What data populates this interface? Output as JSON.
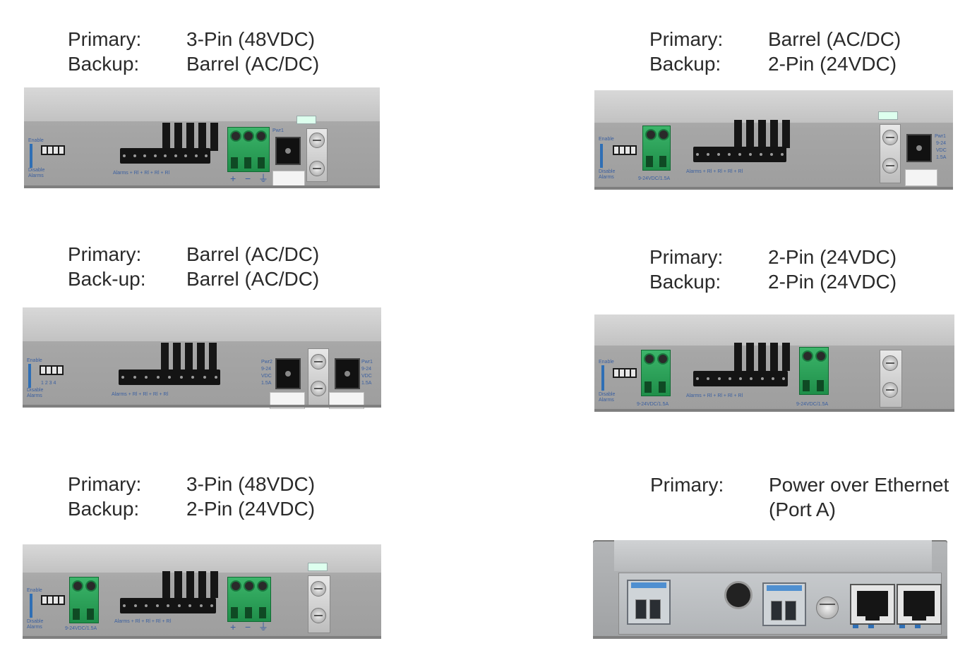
{
  "captions": [
    {
      "primary_label": "Primary:",
      "primary_value": "3-Pin (48VDC)",
      "backup_label": "Backup:",
      "backup_value": "Barrel (AC/DC)"
    },
    {
      "primary_label": "Primary:",
      "primary_value": "Barrel (AC/DC)",
      "backup_label": "Backup:",
      "backup_value": "2-Pin (24VDC)"
    },
    {
      "primary_label": "Primary:",
      "primary_value": "Barrel (AC/DC)",
      "backup_label": "Back-up:",
      "backup_value": "Barrel (AC/DC)"
    },
    {
      "primary_label": "Primary:",
      "primary_value": "2-Pin (24VDC)",
      "backup_label": "Backup:",
      "backup_value": "2-Pin (24VDC)"
    },
    {
      "primary_label": "Primary:",
      "primary_value": "3-Pin (48VDC)",
      "backup_label": "Backup:",
      "backup_value": "2-Pin (24VDC)"
    },
    {
      "primary_label": "Primary:",
      "primary_value": "Power over Ethernet",
      "primary_value_2": "(Port A)"
    }
  ],
  "device_labels": {
    "enable": "Enable",
    "disable": "Disable",
    "alarms": "Alarms",
    "dip_numbers": "1 2 3 4",
    "alarm_pins": "Alarms + Rl + Rl + Rl + Rl",
    "pwr1": "Pwr1",
    "pwr2": "Pwr2",
    "spec_9_24": "9-24",
    "vdc": "VDC",
    "amp": "1.5A",
    "spec_2pin": "9-24VDC/1.5A",
    "plus": "+",
    "minus": "−",
    "ground": "⏚"
  },
  "colors": {
    "chassis": "#a6a6a6",
    "terminal_green": "#2aa35a",
    "led_blue": "#2f6fb5",
    "caption_text": "#2a2a2a"
  }
}
